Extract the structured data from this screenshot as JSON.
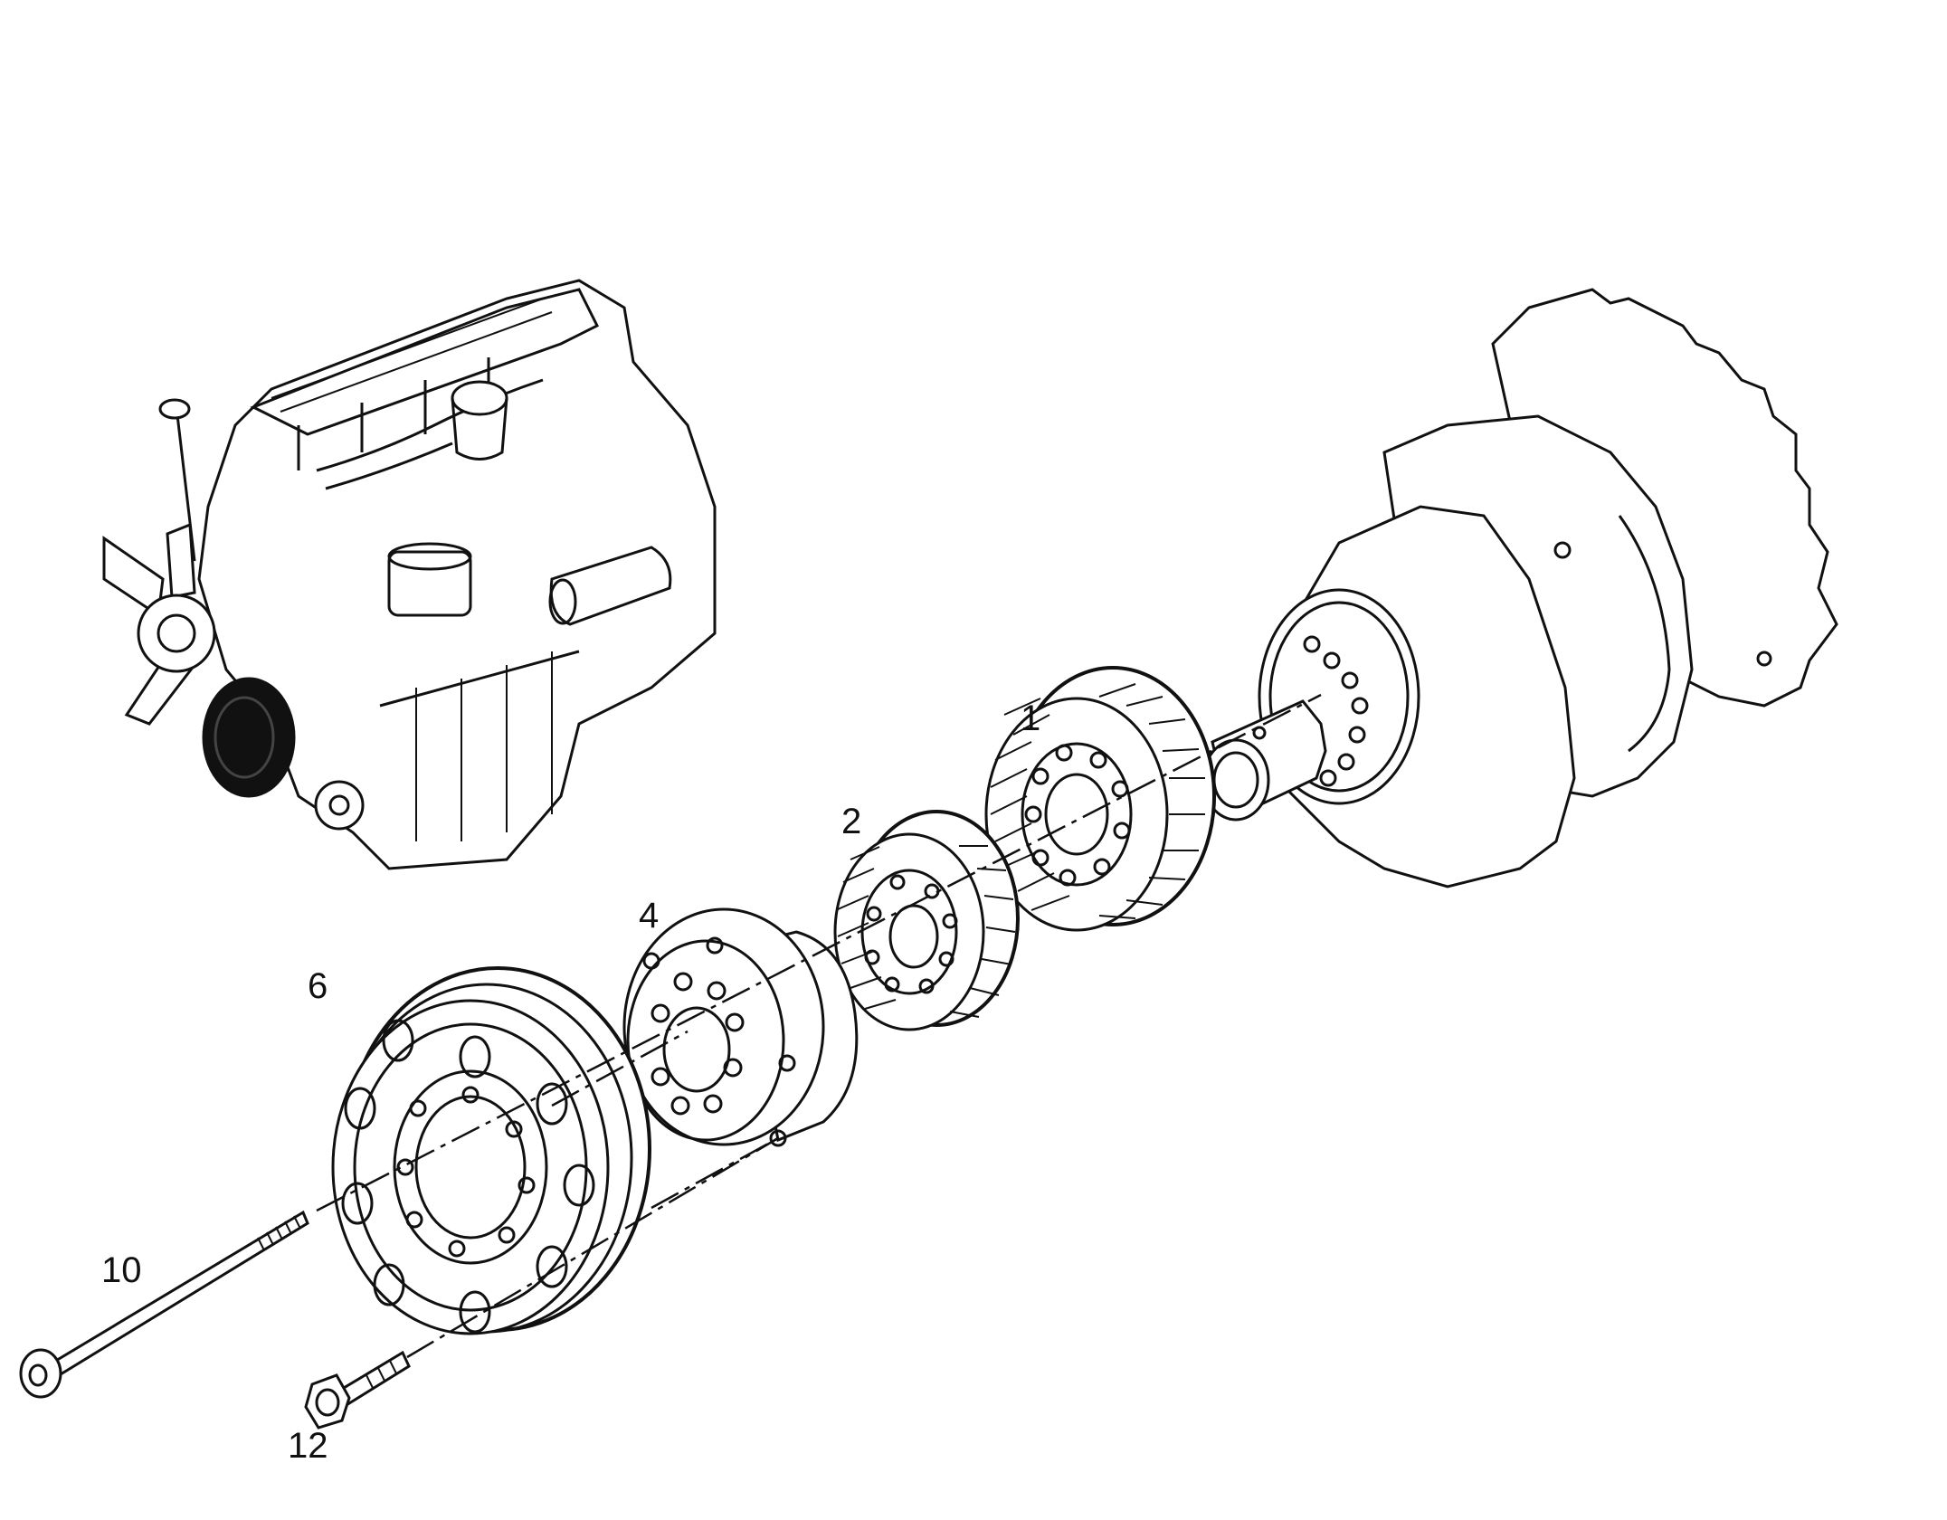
{
  "labels": {
    "p1": "1",
    "p2": "2",
    "p4": "4",
    "p6": "6",
    "p10": "10",
    "p12": "12"
  },
  "colors": {
    "ink": "#111111",
    "paper": "#ffffff"
  }
}
